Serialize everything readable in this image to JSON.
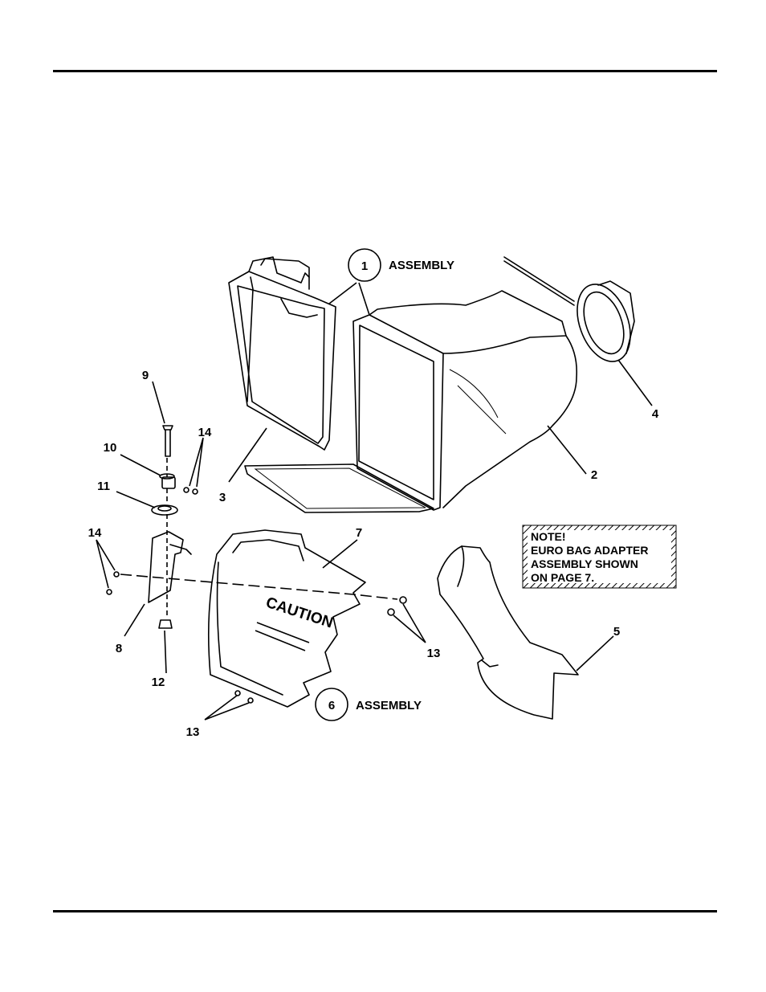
{
  "callouts": {
    "c1": "1",
    "c2": "2",
    "c3": "3",
    "c4": "4",
    "c5": "5",
    "c6": "6",
    "c7": "7",
    "c8": "8",
    "c9": "9",
    "c10": "10",
    "c11": "11",
    "c12": "12",
    "c13a": "13",
    "c13b": "13",
    "c14a": "14",
    "c14b": "14"
  },
  "assembly_1_label": "ASSEMBLY",
  "assembly_6_label": "ASSEMBLY",
  "note": {
    "line1": "NOTE!",
    "line2": "EURO BAG ADAPTER",
    "line3": "ASSEMBLY SHOWN",
    "line4": "ON PAGE 7."
  },
  "caution_text": "CAUTION"
}
